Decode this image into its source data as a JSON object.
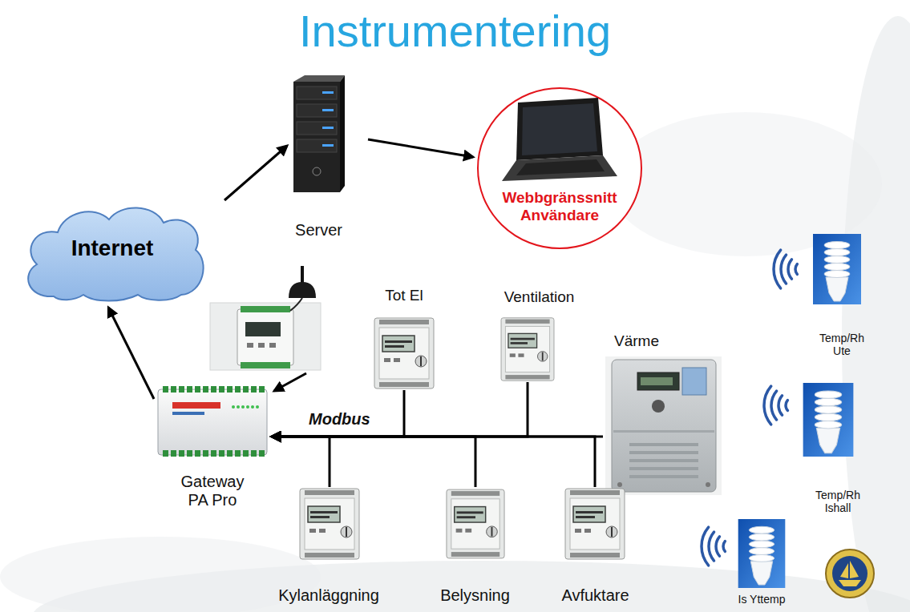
{
  "diagram": {
    "title": "Instrumentering",
    "nodes": [
      {
        "text": [
          "Internet"
        ]
      },
      {
        "text": [
          "Server"
        ]
      },
      {
        "text": [
          "Webbgränssnitt Användare"
        ]
      },
      {
        "text": [
          "Gateway PA Pro"
        ]
      },
      {
        "text": [
          "Tot El"
        ]
      },
      {
        "text": [
          "Ventilation"
        ]
      },
      {
        "text": [
          "Värme"
        ]
      },
      {
        "text": [
          "Kylanläggning"
        ]
      },
      {
        "text": [
          "Belysning"
        ]
      },
      {
        "text": [
          "Avfuktare"
        ]
      },
      {
        "text": [
          "Temp/Rh Ute"
        ]
      },
      {
        "text": [
          "Temp/Rh Ishall"
        ]
      },
      {
        "text": [
          "Is Yttemp"
        ]
      }
    ],
    "edges": [
      {
        "from": 3,
        "to": 0,
        "arrow": "to"
      },
      {
        "from": 0,
        "to": 1,
        "arrow": "to"
      },
      {
        "from": 1,
        "to": 2,
        "arrow": "to"
      },
      {
        "from": 4,
        "to": 3,
        "arrow": "to",
        "label": "Modbus"
      },
      {
        "from": 5,
        "to": 3,
        "arrow": "to"
      },
      {
        "from": 6,
        "to": 3,
        "arrow": "to"
      },
      {
        "from": 7,
        "to": 3,
        "arrow": "to"
      },
      {
        "from": 8,
        "to": 3,
        "arrow": "to"
      },
      {
        "from": 9,
        "to": 3,
        "arrow": "to"
      }
    ]
  }
}
